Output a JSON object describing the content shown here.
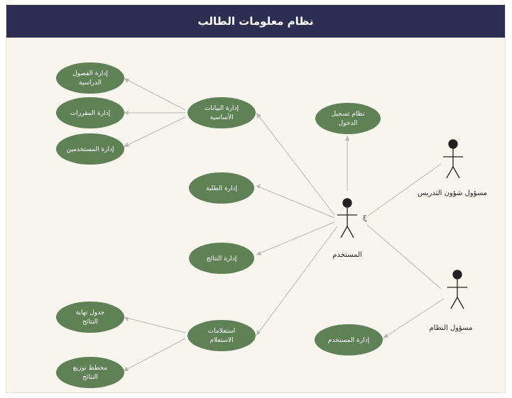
{
  "title": "نظام معلومات الطالب",
  "colors": {
    "header_bg": "#2e2e52",
    "header_text": "#ffffff",
    "canvas_bg": "#f8f5ee",
    "use_case_fill": "#5f8156",
    "line": "#b8b8b8",
    "actor": "#222222"
  },
  "actors": {
    "user": "المستخدم",
    "teaching_officer": "مسؤول شؤون التدريس",
    "system_admin": "مسؤول النظام"
  },
  "use_cases": {
    "manage_semesters": [
      "إدارة الفصول",
      "الدراسية"
    ],
    "manage_courses": [
      "إدارة المقررات"
    ],
    "manage_users": [
      "إدارة المستخدمين"
    ],
    "manage_basic_data": [
      "إدارة البيانات",
      "الأساسية"
    ],
    "login_system": [
      "نظام تسجيل",
      "الدخول"
    ],
    "manage_students": [
      "إدارة الطلبة"
    ],
    "manage_results": [
      "إدارة النتائج"
    ],
    "results_table": [
      "جدول نهاية",
      "النتائج"
    ],
    "results_chart": [
      "مخطط توزيع",
      "النتائج"
    ],
    "query_queries": [
      "استعلامات",
      "الاستعلام"
    ],
    "manage_user_accounts": [
      "إدارة المستخدم"
    ]
  }
}
